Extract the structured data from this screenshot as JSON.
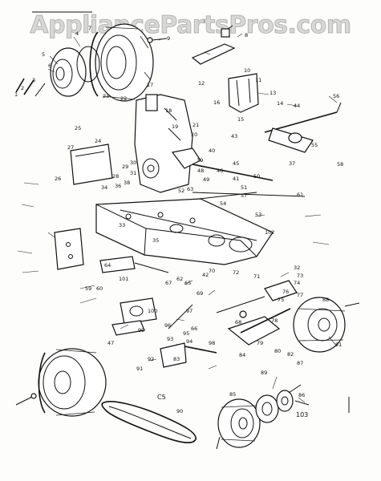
{
  "watermark": "AppliancePartsPros.com",
  "callouts": {
    "c1": "1",
    "c2": "2",
    "c3": "3",
    "c4": "4",
    "c5": "5",
    "c6": "6",
    "c7": "7",
    "c8": "8",
    "c9": "9",
    "c10": "10",
    "c11": "11",
    "c12": "12",
    "c13": "13",
    "c14": "14",
    "c15": "15",
    "c16": "16",
    "c17": "17",
    "c18": "18",
    "c19": "19",
    "c20": "20",
    "c21": "21",
    "c22": "22",
    "c23": "23",
    "c24": "24",
    "c25": "25",
    "c26": "26",
    "c27": "27",
    "c28": "28",
    "c29": "29",
    "c30": "30",
    "c31": "31",
    "c32": "32",
    "c33": "33",
    "c34": "34",
    "c35": "35",
    "c36": "36",
    "c37": "37",
    "c38": "38",
    "c39": "39",
    "c40": "40",
    "c41": "41",
    "c42": "42",
    "c43": "43",
    "c44": "44",
    "c45": "45",
    "c46": "46",
    "c47": "47",
    "c48": "48",
    "c49": "49",
    "c50": "50",
    "c51": "51",
    "c52": "52",
    "c53": "53",
    "c54": "54",
    "c55": "55",
    "c56": "56",
    "c57": "57",
    "c58": "58",
    "c59": "59",
    "c60": "60",
    "c61": "61",
    "c62": "62",
    "c63": "63",
    "c64": "64",
    "c65": "65",
    "c66": "66",
    "c67": "67",
    "c68": "68",
    "c69": "69",
    "c70": "70",
    "c71": "71",
    "c72": "72",
    "c73": "73",
    "c74": "74",
    "c75": "75",
    "c76": "76",
    "c77": "77",
    "c78": "78",
    "c79": "79",
    "c80": "80",
    "c81": "81",
    "c82": "82",
    "c83": "83",
    "c84": "84",
    "c85": "85",
    "c86": "86",
    "c87": "87",
    "c88": "88",
    "c89": "89",
    "c90": "90",
    "c91": "91",
    "c92": "92",
    "c93": "93",
    "c94": "94",
    "c95": "95",
    "c96": "96",
    "c97": "97",
    "c98": "98",
    "c99": "99",
    "c100": "100",
    "c101": "101",
    "c102": "102",
    "c103": "103",
    "c5b": "C5"
  }
}
